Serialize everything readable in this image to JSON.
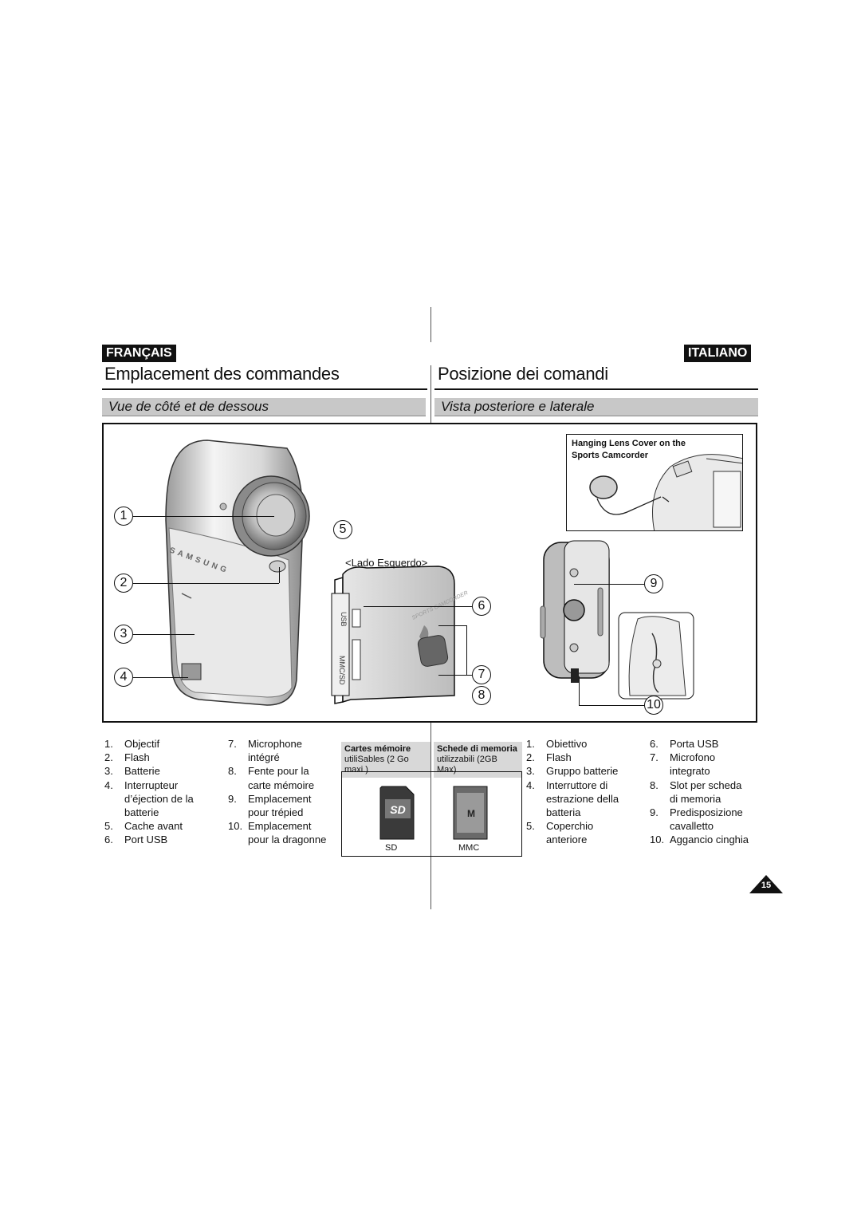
{
  "header": {
    "lang_fr": "FRANÇAIS",
    "lang_it": "ITALIANO",
    "title_fr": "Emplacement des commandes",
    "title_it": "Posizione dei comandi",
    "subtitle_fr": "Vue de côté et de dessous",
    "subtitle_it": "Vista posteriore e laterale"
  },
  "figure": {
    "inset_caption_line1": "Hanging Lens Cover on the",
    "inset_caption_line2": "Sports Camcorder",
    "side_label": "<Lado Esquerdo>",
    "usb_text": "USB",
    "slot_text": "MMC/SD",
    "brand_text": "SAMSUNG",
    "sports_text": "SPORTS CAMCORDER",
    "callouts": [
      "1",
      "2",
      "3",
      "4",
      "5",
      "6",
      "7",
      "8",
      "9",
      "10"
    ]
  },
  "list_fr_col1": [
    {
      "num": "1.",
      "text": "Objectif"
    },
    {
      "num": "2.",
      "text": "Flash"
    },
    {
      "num": "3.",
      "text": "Batterie"
    },
    {
      "num": "4.",
      "text": "Interrupteur"
    },
    {
      "num": "",
      "text": "d’éjection de la"
    },
    {
      "num": "",
      "text": "batterie"
    },
    {
      "num": "5.",
      "text": "Cache avant"
    },
    {
      "num": "6.",
      "text": "Port USB"
    }
  ],
  "list_fr_col2": [
    {
      "num": "7.",
      "text": "Microphone"
    },
    {
      "num": "",
      "text": "intégré"
    },
    {
      "num": "8.",
      "text": "Fente pour la"
    },
    {
      "num": "",
      "text": "carte mémoire"
    },
    {
      "num": "9.",
      "text": "Emplacement"
    },
    {
      "num": "",
      "text": "pour trépied"
    },
    {
      "num": "10.",
      "text": "Emplacement"
    },
    {
      "num": "",
      "text": "pour la dragonne"
    }
  ],
  "list_it_col1": [
    {
      "num": "1.",
      "text": "Obiettivo"
    },
    {
      "num": "2.",
      "text": "Flash"
    },
    {
      "num": "3.",
      "text": "Gruppo batterie"
    },
    {
      "num": "4.",
      "text": "Interruttore di"
    },
    {
      "num": "",
      "text": "estrazione della"
    },
    {
      "num": "",
      "text": "batteria"
    },
    {
      "num": "5.",
      "text": "Coperchio"
    },
    {
      "num": "",
      "text": "anteriore"
    }
  ],
  "list_it_col2": [
    {
      "num": "6.",
      "text": "Porta USB"
    },
    {
      "num": "7.",
      "text": "Microfono"
    },
    {
      "num": "",
      "text": "integrato"
    },
    {
      "num": "8.",
      "text": "Slot per scheda"
    },
    {
      "num": "",
      "text": "di memoria"
    },
    {
      "num": "9.",
      "text": "Predisposizione"
    },
    {
      "num": "",
      "text": "cavalletto"
    },
    {
      "num": "10.",
      "text": "Aggancio cinghia"
    }
  ],
  "cards": {
    "fr_head_line1": "Cartes mémoire",
    "fr_head_line2": "utiliSables (2 Go maxi.)",
    "it_head_line1": "Schede di memoria",
    "it_head_line2": "utilizzabili (2GB Max)",
    "sd_label": "SD",
    "mmc_label": "MMC"
  },
  "page_number": "15"
}
